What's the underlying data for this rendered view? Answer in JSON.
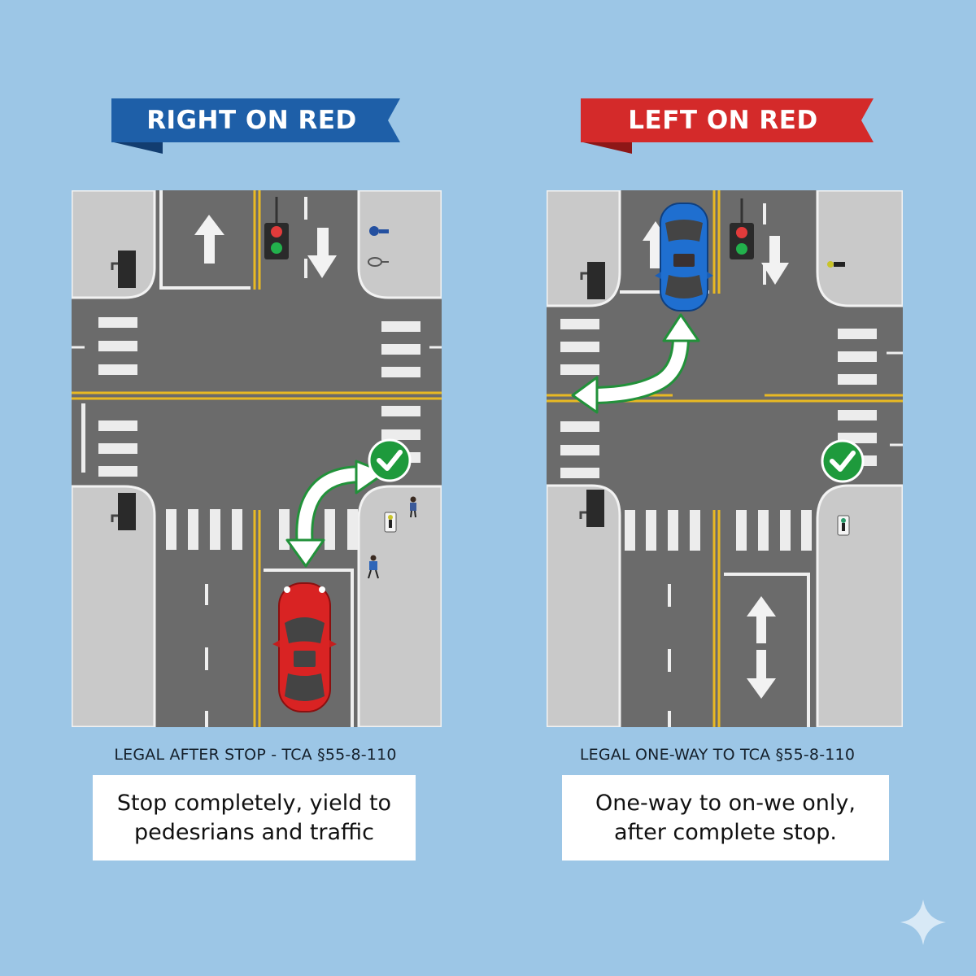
{
  "left_panel": {
    "banner": {
      "title": "RIGHT ON RED",
      "color": "#1e5fa8",
      "shadow_color": "#123d70"
    },
    "scene": {
      "turn_direction": "right",
      "vehicle": {
        "type": "car",
        "color": "#d92323",
        "position": "southbound approach, right lane"
      },
      "traffic_light": {
        "lit": [
          "red",
          "green"
        ]
      },
      "status_icon": "checkmark-icon",
      "pedestrians": 3
    },
    "caption": "LEGAL AFTER STOP - TCA §55-8-110",
    "note": {
      "line1": "Stop completely, yield to",
      "line2": "pedesrians and traffic"
    }
  },
  "right_panel": {
    "banner": {
      "title": "LEFT ON RED",
      "color": "#d42a2a",
      "shadow_color": "#8e1717"
    },
    "scene": {
      "turn_direction": "left",
      "vehicle": {
        "type": "car",
        "color": "#1f6fd0",
        "position": "northbound approach, at stop line"
      },
      "traffic_light": {
        "lit": [
          "red",
          "green"
        ]
      },
      "status_icon": "checkmark-icon",
      "pedestrians": 1
    },
    "caption": "LEGAL ONE-WAY TO TCA §55-8-110",
    "note": {
      "line1": "One-way to on-we only,",
      "line2": "after complete stop."
    }
  },
  "colors": {
    "background": "#9cc6e6",
    "asphalt": "#6b6b6b",
    "sidewalk": "#c9c9c9",
    "yellow_line": "#e8b923",
    "check_green": "#1e9a3c"
  },
  "decor": {
    "corner_icon": "sparkle-icon"
  }
}
